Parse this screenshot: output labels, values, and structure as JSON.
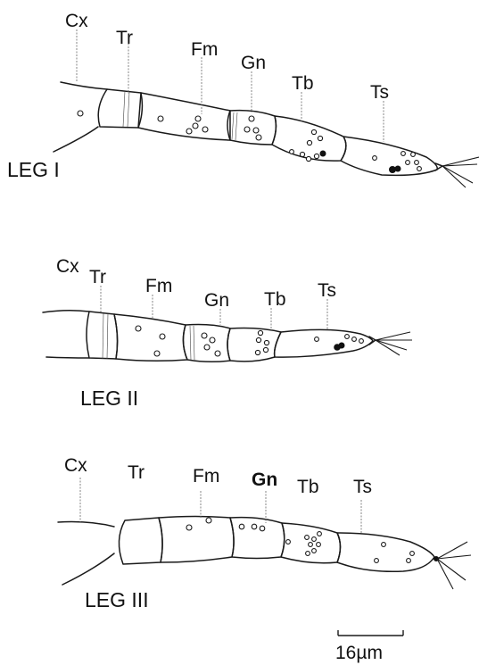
{
  "figure": {
    "legs": [
      {
        "id": "leg1",
        "label": "LEG I",
        "segment_labels": {
          "cx": "Cx",
          "tr": "Tr",
          "fm": "Fm",
          "gn": "Gn",
          "tb": "Tb",
          "ts": "Ts"
        }
      },
      {
        "id": "leg2",
        "label": "LEG II",
        "segment_labels": {
          "cx": "Cx",
          "tr": "Tr",
          "fm": "Fm",
          "gn": "Gn",
          "tb": "Tb",
          "ts": "Ts"
        }
      },
      {
        "id": "leg3",
        "label": "LEG III",
        "segment_labels": {
          "cx": "Cx",
          "tr": "Tr",
          "fm": "Fm",
          "gn": "Gn",
          "tb": "Tb",
          "ts": "Ts"
        }
      }
    ],
    "scale_bar": {
      "label": "16µm"
    }
  }
}
